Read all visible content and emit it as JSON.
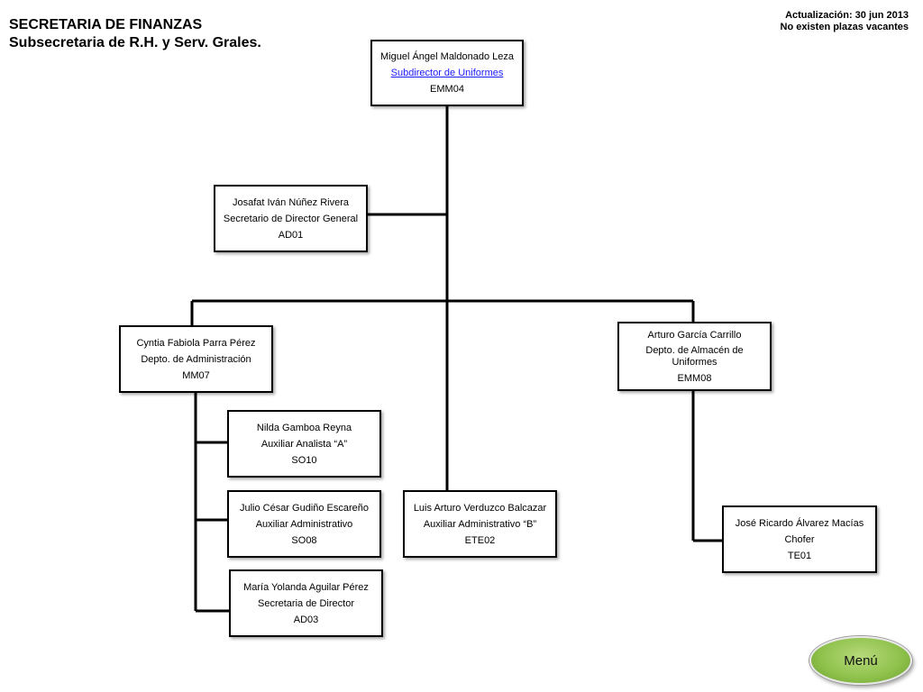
{
  "header": {
    "title_line1": "SECRETARIA DE FINANZAS",
    "title_line2": "Subsecretaria de R.H. y Serv. Grales.",
    "update_line1": "Actualización: 30 jun 2013",
    "update_line2": "No existen plazas  vacantes"
  },
  "nodes": {
    "root": {
      "name": "Miguel Ángel Maldonado Leza",
      "title": "Subdirector de Uniformes",
      "code": "EMM04"
    },
    "josafat": {
      "name": "Josafat Iván Núñez Rivera",
      "title": "Secretario de Director General",
      "code": "AD01"
    },
    "cyntia": {
      "name": "Cyntia Fabiola Parra Pérez",
      "title": "Depto. de Administración",
      "code": "MM07"
    },
    "arturo": {
      "name": "Arturo García Carrillo",
      "title": "Depto. de Almacén de Uniformes",
      "code": "EMM08"
    },
    "nilda": {
      "name": "Nilda Gamboa Reyna",
      "title": "Auxiliar Analista “A”",
      "code": "SO10"
    },
    "julio": {
      "name": "Julio César Gudiño Escareño",
      "title": "Auxiliar Administrativo",
      "code": "SO08"
    },
    "yolanda": {
      "name": "María Yolanda Aguilar Pérez",
      "title": "Secretaria de Director",
      "code": "AD03"
    },
    "luis": {
      "name": "Luis Arturo Verduzco Balcazar",
      "title": "Auxiliar Administrativo “B”",
      "code": "ETE02"
    },
    "jose": {
      "name": "José Ricardo Álvarez Macías",
      "title": "Chofer",
      "code": "TE01"
    }
  },
  "menu": {
    "label": "Menú",
    "color": "#8dc04a"
  }
}
